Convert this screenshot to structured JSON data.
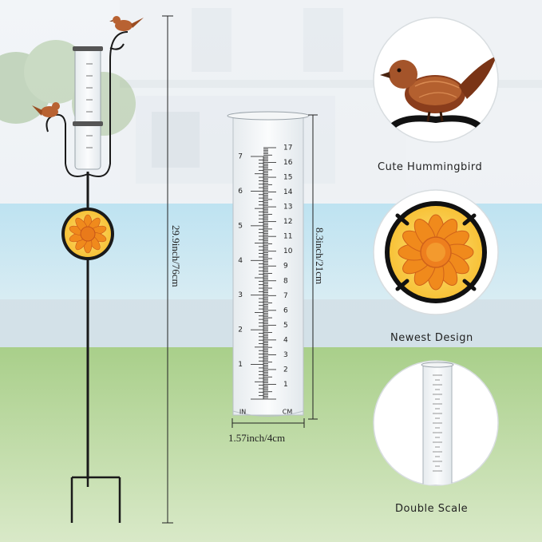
{
  "labels": {
    "hummingbird": "Cute Hummingbird",
    "design": "Newest Design",
    "scale": "Double Scale"
  },
  "dimensions": {
    "total_height": "29.9inch/76cm",
    "tube_height": "8.3inch/21cm",
    "tube_width": "1.57inch/4cm"
  },
  "scale": {
    "inch_unit": "IN",
    "cm_unit": "CM",
    "inch_marks": [
      "1",
      "2",
      "3",
      "4",
      "5",
      "6",
      "7"
    ],
    "cm_marks": [
      "1",
      "2",
      "3",
      "4",
      "5",
      "6",
      "7",
      "8",
      "9",
      "10",
      "11",
      "12",
      "13",
      "14",
      "15",
      "16",
      "17"
    ]
  },
  "colors": {
    "copper": "#b05a2a",
    "sunflower_orange": "#f08a1c",
    "sunflower_yellow": "#fbd24a",
    "lawn": "#7fb55a",
    "pool": "#7fc6e6",
    "stake": "#1a1a1a"
  }
}
